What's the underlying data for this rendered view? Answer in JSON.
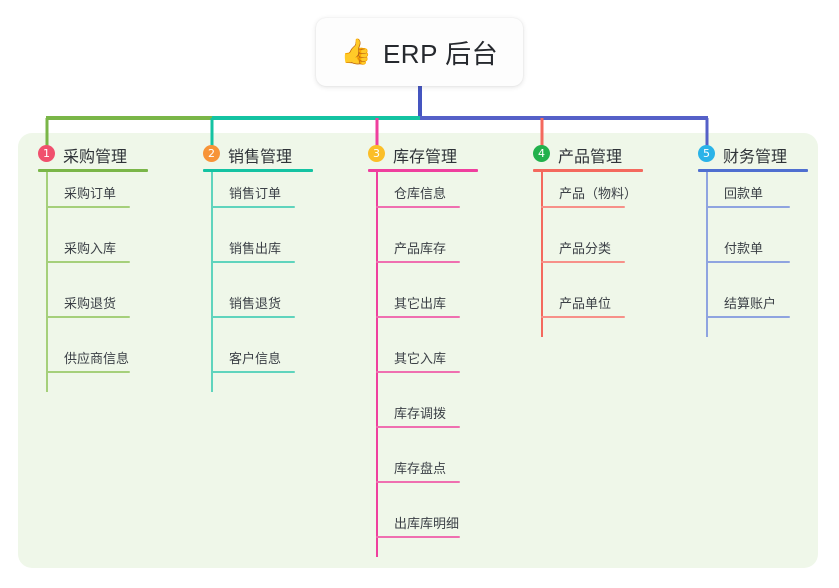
{
  "diagram": {
    "type": "mind-map",
    "root": {
      "icon": "thumbs-up-icon",
      "emoji": "👍",
      "title": "ERP 后台"
    },
    "trunk_color": "#4555c0",
    "panel_color": "#eff7e9",
    "connector_segments": [
      {
        "color": "#7ab648",
        "from": "branch-1",
        "to": "branch-2"
      },
      {
        "color": "#14c3a2",
        "from": "branch-2",
        "to": "trunk"
      },
      {
        "color": "#5560c8",
        "from": "trunk",
        "to": "branch-5"
      }
    ],
    "branches": [
      {
        "number": "1",
        "title": "采购管理",
        "badge_color": "#f0506e",
        "rule_color": "#7ab648",
        "leaf_rule_color": "#a5d07a",
        "spine_color": "#a5d07a",
        "stub_color": "#7ab648",
        "items": [
          "采购订单",
          "采购入库",
          "采购退货",
          "供应商信息"
        ]
      },
      {
        "number": "2",
        "title": "销售管理",
        "badge_color": "#f79438",
        "rule_color": "#14c3a2",
        "leaf_rule_color": "#5fd4bd",
        "spine_color": "#5fd4bd",
        "stub_color": "#14c3a2",
        "items": [
          "销售订单",
          "销售出库",
          "销售退货",
          "客户信息"
        ]
      },
      {
        "number": "3",
        "title": "库存管理",
        "badge_color": "#fbbe28",
        "rule_color": "#ef3f9e",
        "leaf_rule_color": "#ef6fb0",
        "spine_color": "#ef3f9e",
        "stub_color": "#ef3f9e",
        "items": [
          "仓库信息",
          "产品库存",
          "其它出库",
          "其它入库",
          "库存调拨",
          "库存盘点",
          "出库库明细"
        ]
      },
      {
        "number": "4",
        "title": "产品管理",
        "badge_color": "#22b14c",
        "rule_color": "#f4695e",
        "leaf_rule_color": "#f79089",
        "spine_color": "#f4695e",
        "stub_color": "#f4695e",
        "items": [
          "产品（物料）",
          "产品分类",
          "产品单位"
        ]
      },
      {
        "number": "5",
        "title": "财务管理",
        "badge_color": "#2ab3e8",
        "rule_color": "#4f6fd0",
        "leaf_rule_color": "#8fa4e0",
        "spine_color": "#8fa4e0",
        "stub_color": "#5560c8",
        "items": [
          "回款单",
          "付款单",
          "结算账户"
        ]
      }
    ]
  }
}
